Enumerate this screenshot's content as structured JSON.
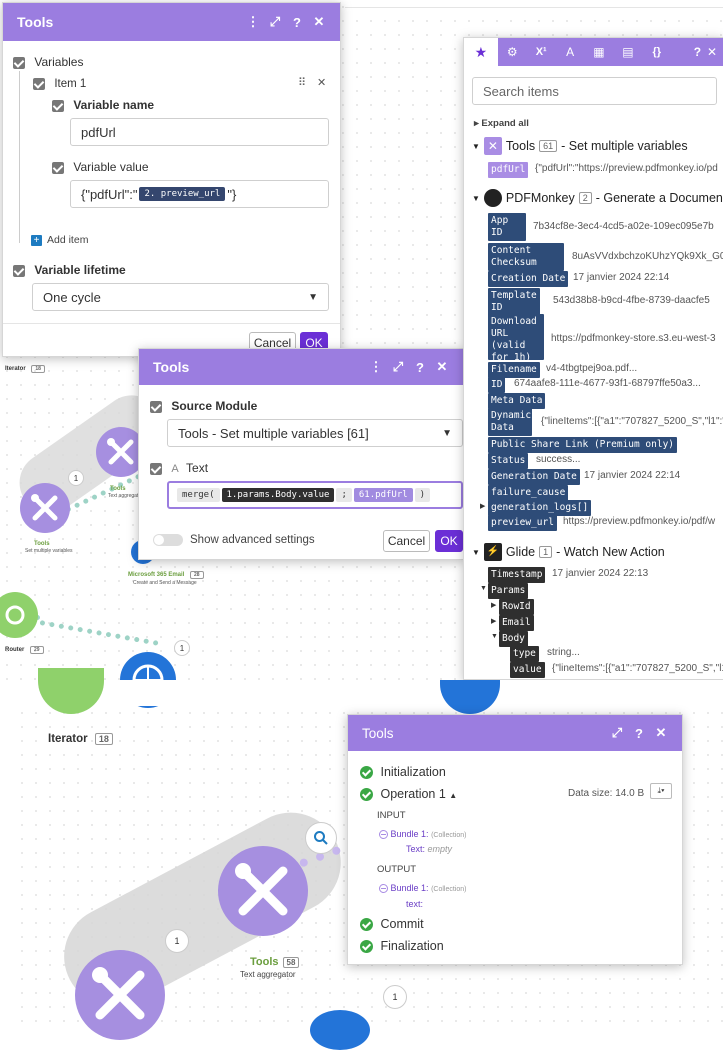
{
  "vars_dialog": {
    "title": "Tools",
    "section_label": "Variables",
    "item_label": "Item 1",
    "var_name_label": "Variable name",
    "var_name_value": "pdfUrl",
    "var_value_label": "Variable value",
    "var_value_prefix": "{\"pdfUrl\":\"",
    "var_value_pill": "2. preview_url",
    "var_value_suffix": "\"}",
    "add_item": "Add item",
    "lifetime_label": "Variable lifetime",
    "lifetime_value": "One cycle",
    "cancel": "Cancel",
    "ok": "OK"
  },
  "text_dialog": {
    "title": "Tools",
    "source_label": "Source Module",
    "source_value": "Tools - Set multiple variables [61]",
    "text_label": "Text",
    "fn_merge": "merge(",
    "pill1": "1.params.Body.value",
    "sep": ";",
    "pill2": "61.pdfUrl",
    "close_paren": ")",
    "advanced": "Show advanced settings",
    "cancel": "Cancel",
    "ok": "OK"
  },
  "mapping": {
    "search_placeholder": "Search items",
    "expand_all": "Expand all",
    "tabs": [
      "★",
      "⚙",
      "X¹",
      "A",
      "▦",
      "▤",
      "{}"
    ],
    "tools_module": {
      "name": "Tools",
      "num": "61",
      "desc": "- Set multiple variables"
    },
    "tools_item": {
      "key": "pdfUrl",
      "value": "{\"pdfUrl\":\"https://preview.pdfmonkey.io/pd"
    },
    "pdf_module": {
      "name": "PDFMonkey",
      "num": "2",
      "desc": "- Generate a Document"
    },
    "pdf_items": [
      {
        "key": "App ID",
        "value": "7b34cf8e-3ec4-4cd5-a02e-109ec095e7b"
      },
      {
        "key": "Content Checksum",
        "value": "8uAsVVdxbchzoKUhzYQk9Xk_G0"
      },
      {
        "key": "Creation Date",
        "value": "17 janvier 2024 22:14"
      },
      {
        "key": "Template ID",
        "value": "543d38b8-b9cd-4fbe-8739-daacfe5"
      },
      {
        "key": "Download URL (valid for 1h)",
        "value": "https://pdfmonkey-store.s3.eu-west-3"
      },
      {
        "key": "Filename",
        "value": "v4-4tbgtpej9oa.pdf..."
      },
      {
        "key": "ID",
        "value": "674aafe8-111e-4677-93f1-68797ffe50a3..."
      },
      {
        "key": "Meta Data",
        "value": ""
      },
      {
        "key": "Dynamic Data",
        "value": "{\"lineItems\":[{\"a1\":\"707827_5200_S\",\"l1\":\"1"
      },
      {
        "key": "Public Share Link (Premium only)",
        "value": ""
      },
      {
        "key": "Status",
        "value": "success..."
      },
      {
        "key": "Generation Date",
        "value": "17 janvier 2024 22:14"
      },
      {
        "key": "failure_cause",
        "value": ""
      },
      {
        "key": "generation_logs[]",
        "value": ""
      },
      {
        "key": "preview_url",
        "value": "https://preview.pdfmonkey.io/pdf/w"
      }
    ],
    "glide_module": {
      "name": "Glide",
      "num": "1",
      "desc": "- Watch New Action"
    },
    "glide_items": [
      {
        "key": "Timestamp",
        "value": "17 janvier 2024 22:13"
      },
      {
        "key": "Params",
        "value": ""
      },
      {
        "key": "RowId",
        "value": ""
      },
      {
        "key": "Email",
        "value": ""
      },
      {
        "key": "Body",
        "value": ""
      },
      {
        "key": "type",
        "value": "string..."
      },
      {
        "key": "value",
        "value": "{\"lineItems\":[{\"a1\":\"707827_5200_S\",\"l1\":\"1"
      }
    ]
  },
  "canvas_top": {
    "iterator": "Iterator",
    "iterator_num": "18",
    "tools_a": "Tools",
    "tools_a_sub": "Text aggregator",
    "tools_b": "Tools",
    "tools_b_sub": "Set multiple variables",
    "ms_email": "Microsoft 365 Email",
    "ms_email_num": "28",
    "ms_email_sub": "Create and Send a Message",
    "router": "Router",
    "router_num": "29",
    "bubble": "1"
  },
  "exec_dialog": {
    "title": "Tools",
    "initialization": "Initialization",
    "operation": "Operation 1",
    "data_size": "Data size: 14.0 B",
    "input": "INPUT",
    "bundle_in": "Bundle 1:",
    "collection_in": "(Collection)",
    "text_in_key": "Text:",
    "text_in_val": "empty",
    "output": "OUTPUT",
    "bundle_out": "Bundle 1:",
    "collection_out": "(Collection)",
    "text_out_key": "text:",
    "commit": "Commit",
    "finalization": "Finalization"
  },
  "canvas_bottom": {
    "iterator": "Iterator",
    "iterator_num": "18",
    "tools": "Tools",
    "tools_num": "58",
    "tools_sub": "Text aggregator",
    "bubble1": "1",
    "bubble2": "1"
  }
}
